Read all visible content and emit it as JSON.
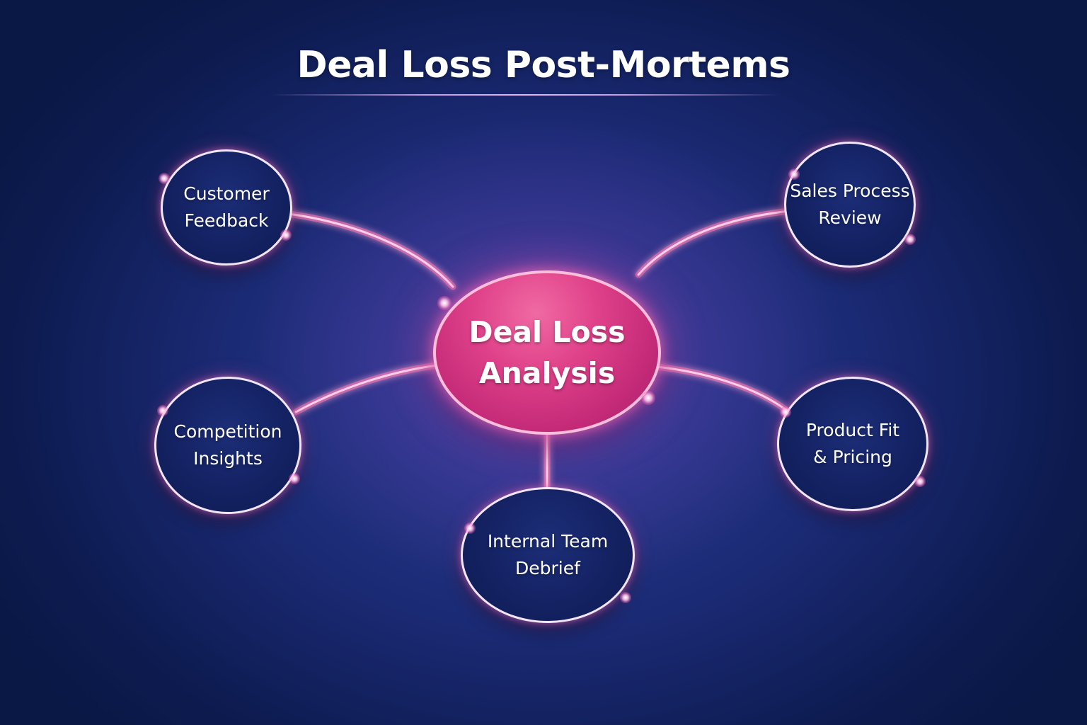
{
  "title": "Deal Loss Post-Mortems",
  "center_node": {
    "line1": "Deal Loss",
    "line2": "Analysis",
    "color": "#d6357f"
  },
  "nodes": [
    {
      "id": "customer-feedback",
      "line1": "Customer",
      "line2": "Feedback",
      "position": "top-left"
    },
    {
      "id": "sales-process-review",
      "line1": "Sales Process",
      "line2": "Review",
      "position": "top-right"
    },
    {
      "id": "competition-insights",
      "line1": "Competition",
      "line2": "Insights",
      "position": "bottom-left"
    },
    {
      "id": "product-fit-pricing",
      "line1": "Product Fit",
      "line2": "& Pricing",
      "position": "bottom-right"
    },
    {
      "id": "internal-team-debrief",
      "line1": "Internal Team",
      "line2": "Debrief",
      "position": "bottom-center"
    }
  ],
  "colors": {
    "background": "#152566",
    "node_fill": "#142263",
    "node_border": "#f2e6f6",
    "connector": "#ff7fc0",
    "center_fill": "#d6357f"
  }
}
